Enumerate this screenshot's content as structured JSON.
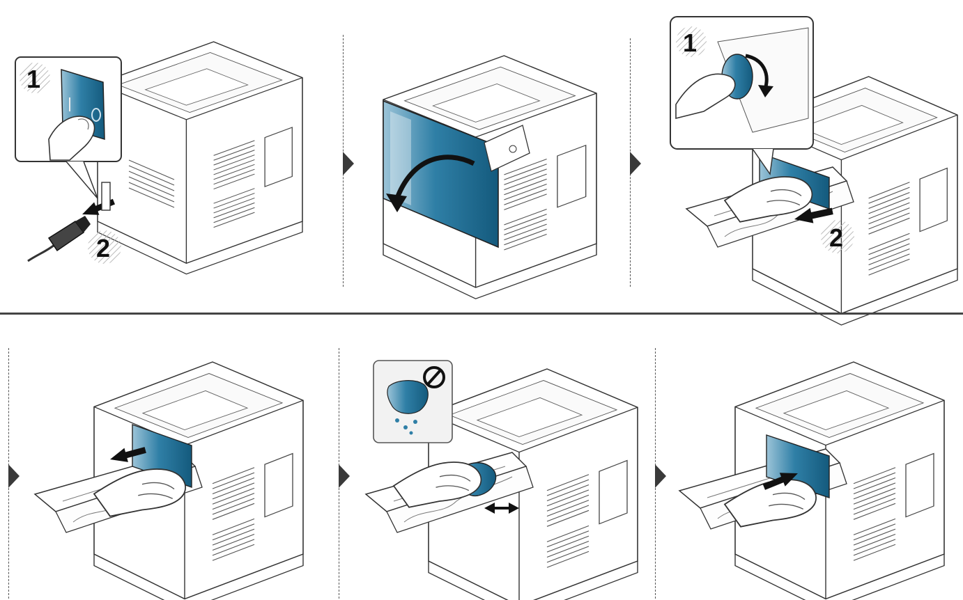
{
  "steps": [
    {
      "id": 1,
      "callouts": [
        "1",
        "2"
      ]
    },
    {
      "id": 2,
      "callouts": []
    },
    {
      "id": 3,
      "callouts": [
        "1",
        "2"
      ]
    },
    {
      "id": 4,
      "callouts": []
    },
    {
      "id": 5,
      "callouts": [],
      "warning": "no-liquid"
    },
    {
      "id": 6,
      "callouts": []
    }
  ],
  "colors": {
    "accent": "#1f6e94",
    "accent_light": "#6fa9c6",
    "line": "#333333",
    "divider": "#444444"
  },
  "icons": [
    "step-arrow-icon",
    "prohibited-icon",
    "wet-cloth-icon",
    "curved-arrow-icon",
    "power-plug-icon"
  ]
}
